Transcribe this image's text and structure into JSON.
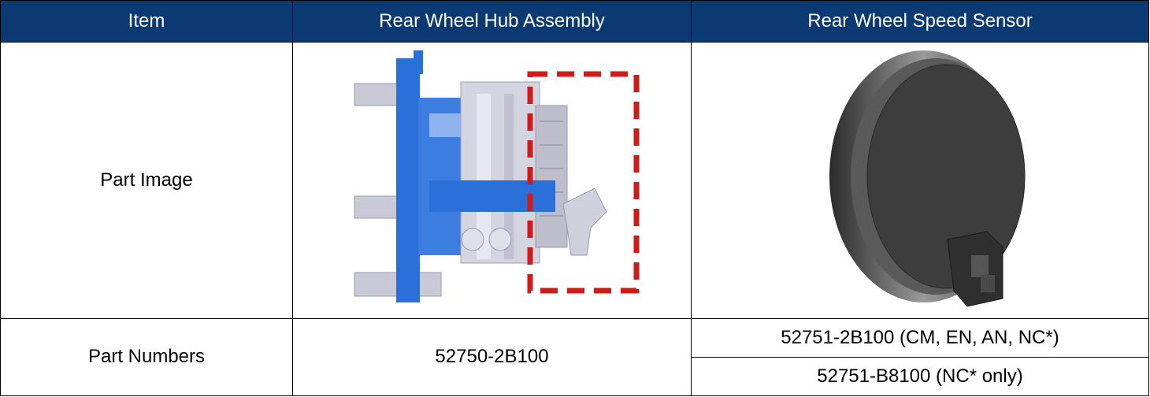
{
  "table": {
    "headers": [
      "Item",
      "Rear Wheel Hub Assembly",
      "Rear Wheel Speed Sensor"
    ],
    "row_image_label": "Part Image",
    "row_numbers_label": "Part Numbers",
    "hub_part_number": "52750-2B100",
    "sensor_part_numbers": [
      "52751-2B100 (CM, EN, AN, NC*)",
      "52751-B8100 (NC* only)"
    ]
  },
  "images": {
    "hub": {
      "icon": "hub-assembly-illustration",
      "highlight_color": "#d11a1a",
      "body_color": "#2b6fd8"
    },
    "sensor": {
      "icon": "speed-sensor-illustration",
      "body_color": "#4a4a4a"
    }
  },
  "colors": {
    "header_bg": "#0b3a73",
    "header_text": "#ffffff",
    "border": "#000000"
  }
}
